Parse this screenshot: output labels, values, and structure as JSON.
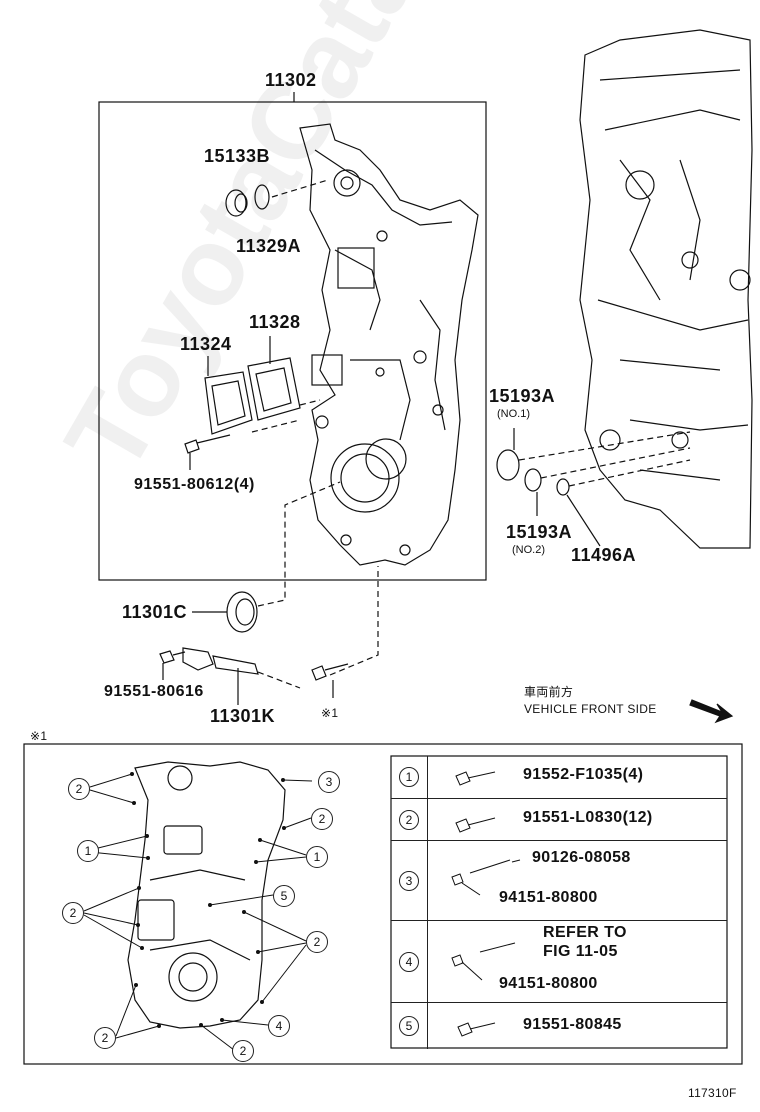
{
  "watermark": "ToyotaCatalog",
  "labels": {
    "assy": "11302",
    "p15133B": "15133B",
    "p11329A": "11329A",
    "p11328": "11328",
    "p11324": "11324",
    "p91551_80612": "91551-80612(4)",
    "p15193A_1": "15193A",
    "no1": "(NO.1)",
    "p15193A_2": "15193A",
    "no2": "(NO.2)",
    "p11496A": "11496A",
    "p11301C": "11301C",
    "p91551_80616": "91551-80616",
    "p11301K": "11301K",
    "mark1": "※1",
    "vehicle_jp": "車両前方",
    "vehicle_en": "VEHICLE FRONT SIDE",
    "detail_mark": "※1",
    "fig_code": "117310F"
  },
  "table": [
    {
      "num": "1",
      "parts": [
        "91552-F1035(4)"
      ]
    },
    {
      "num": "2",
      "parts": [
        "91551-L0830(12)"
      ]
    },
    {
      "num": "3",
      "parts": [
        "90126-08058",
        "94151-80800"
      ]
    },
    {
      "num": "4",
      "parts": [
        "REFER TO",
        "FIG 11-05",
        "94151-80800"
      ]
    },
    {
      "num": "5",
      "parts": [
        "91551-80845"
      ]
    }
  ],
  "callouts": [
    "2",
    "3",
    "2",
    "1",
    "1",
    "2",
    "5",
    "2",
    "2",
    "4",
    "2",
    "2"
  ]
}
